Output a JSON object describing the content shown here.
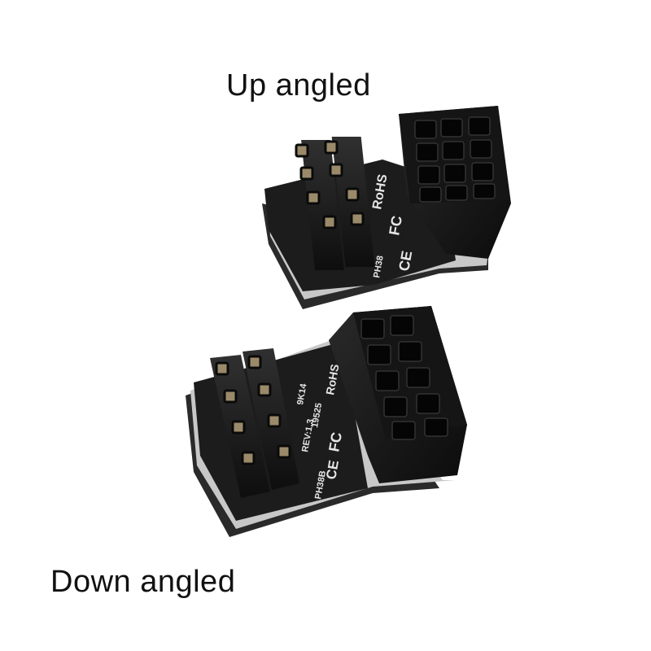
{
  "captions": {
    "up": "Up angled",
    "down": "Down angled"
  },
  "upper_adapter": {
    "marks": {
      "rohs": "RoHS",
      "fc": "FC",
      "ce": "CE",
      "model": "PH38"
    }
  },
  "lower_adapter": {
    "marks": {
      "rohs": "RoHS",
      "rev": "REV:1.3",
      "date": "9K14",
      "code": "19525",
      "fc": "FC",
      "ce": "CE",
      "model": "PH38B"
    }
  },
  "colors": {
    "background": "#ffffff",
    "connector": "#111111",
    "pcb": "#1c1c1c",
    "foam": "#c8c8c8",
    "pin_gold": "#9a8a6a",
    "silkscreen": "#e6e6e6"
  }
}
